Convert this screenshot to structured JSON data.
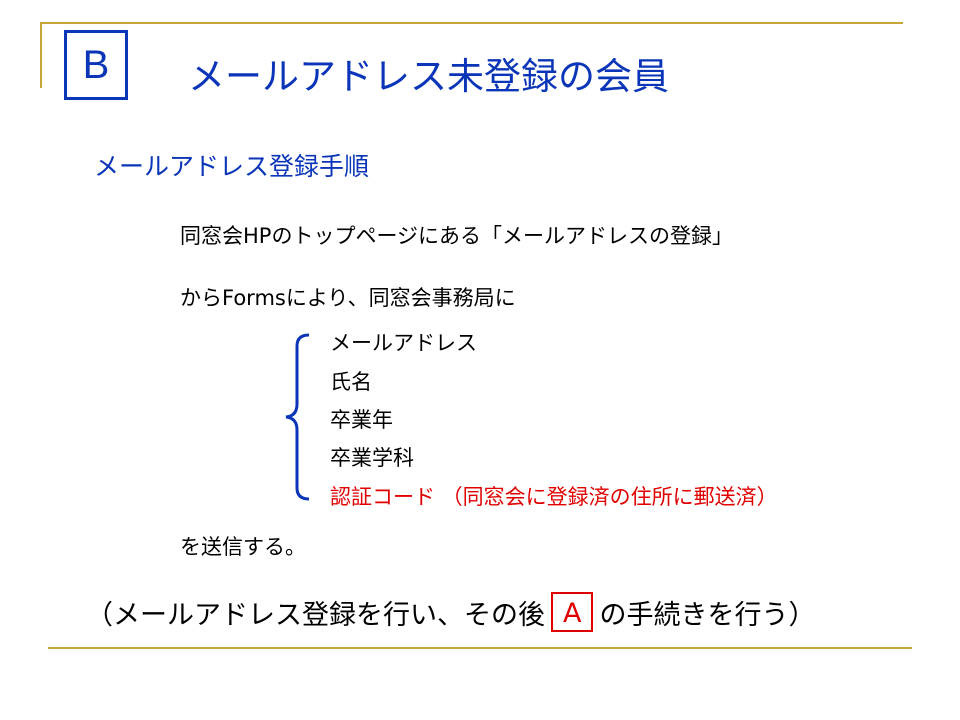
{
  "slide": {
    "badge": "B",
    "title": "メールアドレス未登録の会員",
    "subtitle": "メールアドレス登録手順",
    "line1": "同窓会HPのトップページにある「メールアドレスの登録」",
    "line2": "からFormsにより、同窓会事務局に",
    "items": [
      {
        "label": "メールアドレス"
      },
      {
        "label": "氏名"
      },
      {
        "label": "卒業年"
      },
      {
        "label": "卒業学科"
      },
      {
        "label": "認証コード （同窓会に登録済の住所に郵送済）"
      }
    ],
    "line3": "を送信する。",
    "note": {
      "before": "（メールアドレス登録を行い、その後",
      "highlight": "A",
      "after": "の手続きを行う）"
    },
    "colors": {
      "accent": "#0a35b8",
      "gold": "#c4a738",
      "highlight": "#e00000"
    }
  }
}
